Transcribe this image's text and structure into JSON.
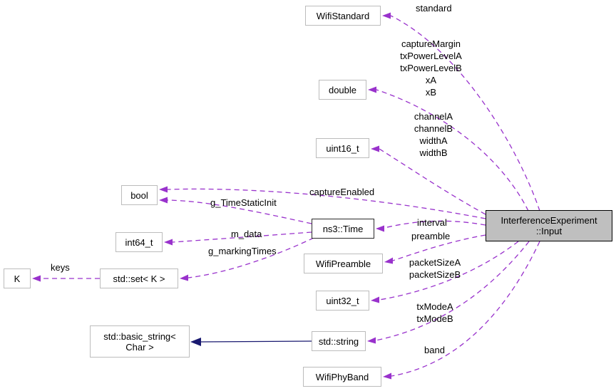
{
  "diagram": {
    "type": "doxygen-collaboration-graph",
    "colors": {
      "usage_edge": "#9932cc",
      "inheritance_edge": "#191970",
      "node_border": "#bcbcbc",
      "main_fill": "#bfbfbf"
    },
    "main_node": {
      "label": "InterferenceExperiment\n::Input"
    },
    "nodes": [
      {
        "label": "WifiStandard"
      },
      {
        "label": "double"
      },
      {
        "label": "uint16_t"
      },
      {
        "label": "bool"
      },
      {
        "label": "ns3::Time"
      },
      {
        "label": "int64_t"
      },
      {
        "label": "WifiPreamble"
      },
      {
        "label": "K"
      },
      {
        "label": "std::set< K >"
      },
      {
        "label": "uint32_t"
      },
      {
        "label": "std::basic_string<\nChar >"
      },
      {
        "label": "std::string"
      },
      {
        "label": "WifiPhyBand"
      }
    ],
    "edge_labels": [
      {
        "text": "standard"
      },
      {
        "text": "captureMargin\ntxPowerLevelA\ntxPowerLevelB\nxA\nxB"
      },
      {
        "text": "channelA\nchannelB\nwidthA\nwidthB"
      },
      {
        "text": "captureEnabled"
      },
      {
        "text": "g_TimeStaticInit"
      },
      {
        "text": "interval"
      },
      {
        "text": "preamble"
      },
      {
        "text": "m_data"
      },
      {
        "text": "g_markingTimes"
      },
      {
        "text": "keys"
      },
      {
        "text": "packetSizeA\npacketSizeB"
      },
      {
        "text": "txModeA\ntxModeB"
      },
      {
        "text": "band"
      }
    ]
  }
}
